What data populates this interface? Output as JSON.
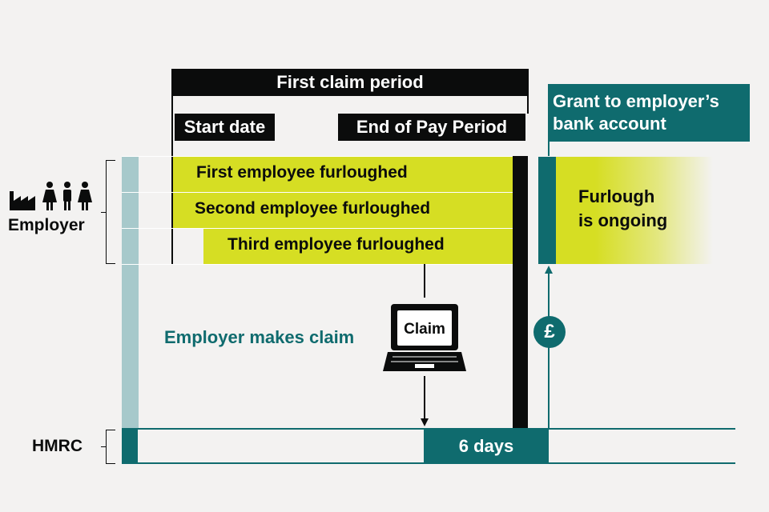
{
  "header": {
    "first_claim_period": "First claim period",
    "start_date": "Start date",
    "end_of_pay_period": "End of Pay Period",
    "grant": "Grant to employer’s bank account"
  },
  "employees": [
    "First employee furloughed",
    "Second employee furloughed",
    "Third employee furloughed"
  ],
  "ongoing": {
    "line1": "Furlough",
    "line2": "is ongoing"
  },
  "employer_label": "Employer",
  "hmrc_label": "HMRC",
  "claim": {
    "caption": "Employer makes claim",
    "screen_text": "Claim"
  },
  "days": "6 days",
  "currency_symbol": "£",
  "icons": [
    "factory-icon",
    "female-person-icon",
    "male-person-icon",
    "laptop-icon",
    "pound-coin-icon",
    "arrow-down-icon",
    "arrow-up-icon"
  ],
  "colors": {
    "teal": "#0f6b6e",
    "light_teal": "#a7c9cb",
    "yellow": "#d6de23",
    "black": "#0b0c0c",
    "background": "#f3f2f1"
  }
}
